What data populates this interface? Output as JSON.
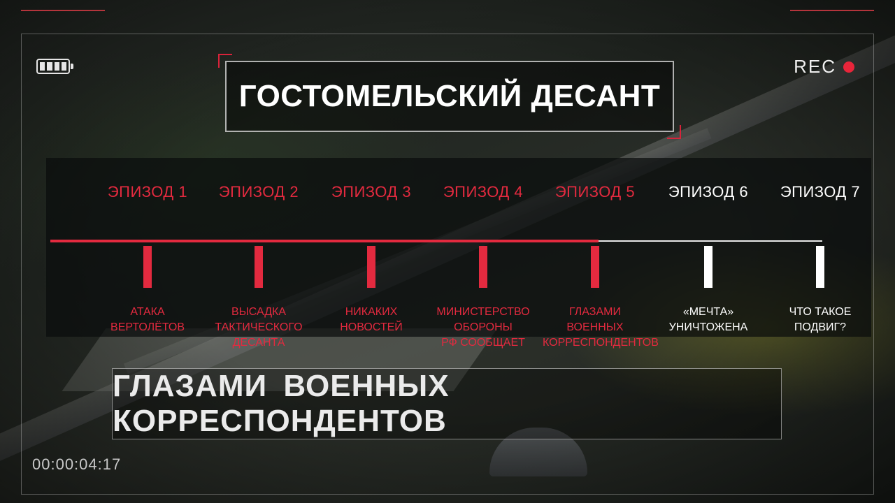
{
  "hud": {
    "rec_label": "REC",
    "rec_color": "#e8253a",
    "battery_icon": "battery-icon",
    "timecode": "00:00:04:17"
  },
  "title": "ГОСТОМЕЛЬСКИЙ ДЕСАНТ",
  "timeline": {
    "accent_color": "#e32a3f",
    "active_color": "#ffffff",
    "episodes": [
      {
        "label": "ЭПИЗОД 1",
        "desc": "АТАКА\nВЕРТОЛЁТОВ",
        "state": "watched"
      },
      {
        "label": "ЭПИЗОД 2",
        "desc": "ВЫСАДКА\nТАКТИЧЕСКОГО\nДЕСАНТА",
        "state": "watched"
      },
      {
        "label": "ЭПИЗОД 3",
        "desc": "НИКАКИХ\nНОВОСТЕЙ",
        "state": "watched"
      },
      {
        "label": "ЭПИЗОД 4",
        "desc": "МИНИСТЕРСТВО\nОБОРОНЫ\nРФ СООБЩАЕТ",
        "state": "watched"
      },
      {
        "label": "ЭПИЗОД 5",
        "desc": "ГЛАЗАМИ\nВОЕННЫХ\nКОРРЕСПОНДЕНТОВ",
        "state": "watched"
      },
      {
        "label": "ЭПИЗОД 6",
        "desc": "«МЕЧТА»\nУНИЧТОЖЕНА",
        "state": "upcoming"
      },
      {
        "label": "ЭПИЗОД 7",
        "desc": "ЧТО ТАКОЕ\nПОДВИГ?",
        "state": "upcoming"
      }
    ]
  },
  "subtitle": "ГЛАЗАМИ ВОЕННЫХ КОРРЕСПОНДЕНТОВ"
}
